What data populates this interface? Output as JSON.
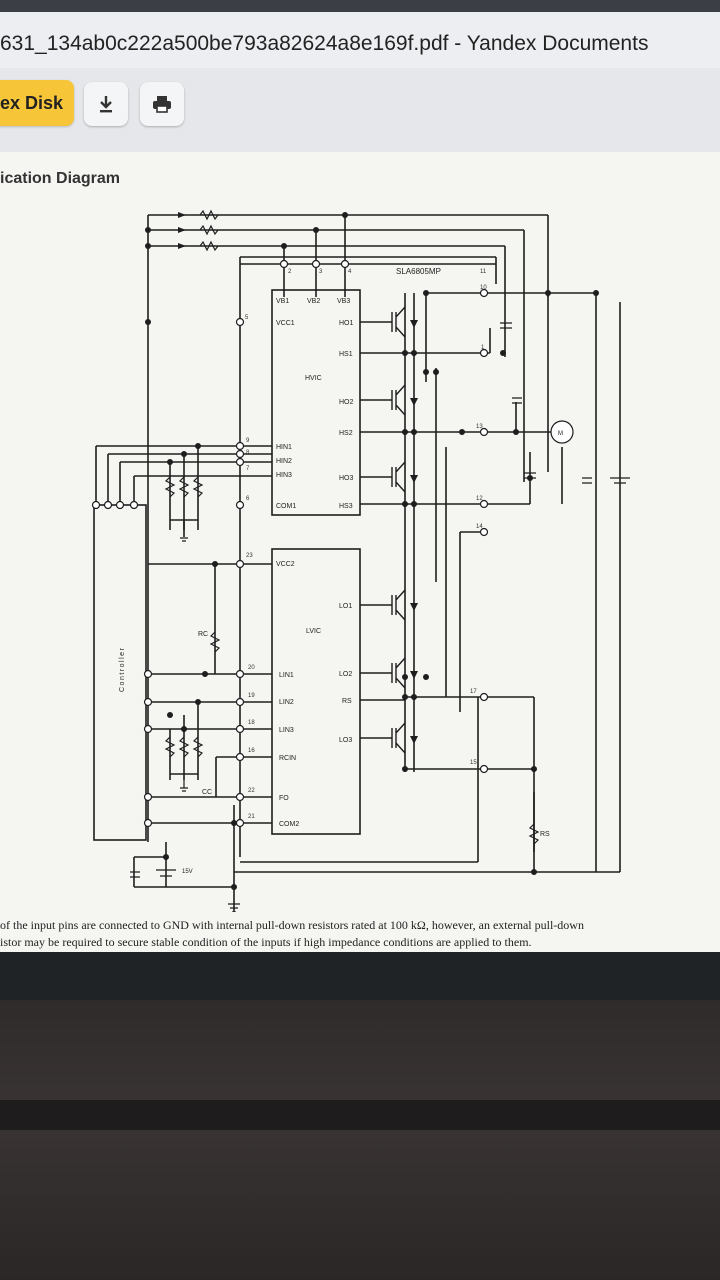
{
  "window": {
    "title": "631_134ab0c222a500be793a82624a8e169f.pdf - Yandex Documents"
  },
  "toolbar": {
    "disk_button_label": "ex Disk",
    "download_icon": "download-icon",
    "print_icon": "print-icon"
  },
  "document": {
    "heading": "ication Diagram",
    "diagram": {
      "part": "SLA6805MP",
      "hvic": "HVIC",
      "lvic": "LVIC",
      "controller": "Controller",
      "motor": "M",
      "rc": "RC",
      "cc": "CC",
      "rs": "RS",
      "supply": "15V",
      "hv_pins_left": [
        "VB1",
        "VB2",
        "VB3",
        "VCC1",
        "HIN1",
        "HIN2",
        "HIN3",
        "COM1"
      ],
      "hv_pins_right": [
        "HO1",
        "HS1",
        "HO2",
        "HS2",
        "HO3",
        "HS3"
      ],
      "lv_pins_left": [
        "VCC2",
        "LIN1",
        "LIN2",
        "LIN3",
        "RCIN",
        "FO",
        "COM2"
      ],
      "lv_pins_right": [
        "LO1",
        "LO2",
        "RS",
        "LO3"
      ],
      "pin_numbers": [
        "2",
        "3",
        "4",
        "5",
        "9",
        "8",
        "7",
        "6",
        "23",
        "20",
        "19",
        "18",
        "16",
        "22",
        "21",
        "11",
        "10",
        "1",
        "13",
        "12",
        "14",
        "17",
        "15"
      ]
    },
    "note_line1": "of the input pins are connected to GND with internal pull-down resistors rated at 100 kΩ, however, an external pull-down",
    "note_line2": "istor may be required to secure stable condition of the inputs if high impedance conditions are applied to them."
  }
}
